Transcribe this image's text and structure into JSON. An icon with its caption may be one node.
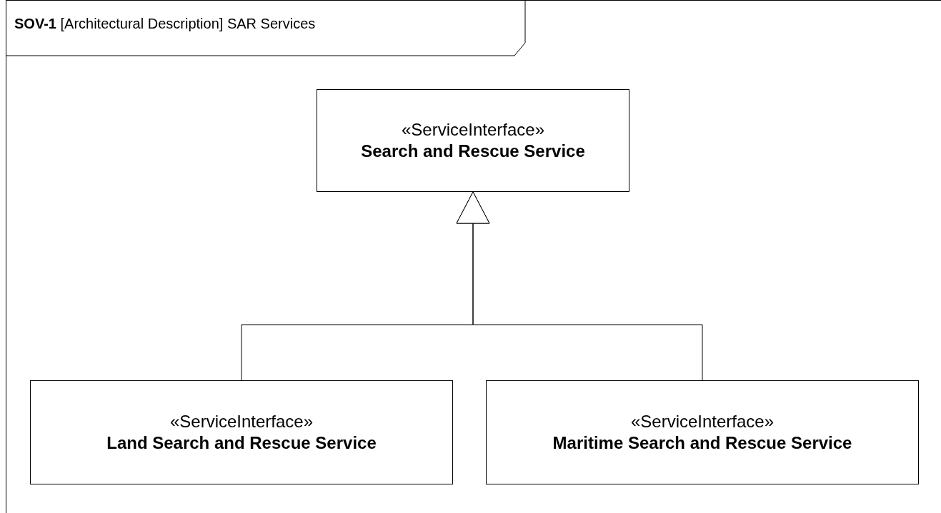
{
  "diagram": {
    "title": "**SOV-1** [Architectural Description] SAR Services",
    "nodes": [
      {
        "text": [
          "«ServiceInterface»",
          "Search and Rescue Service"
        ]
      },
      {
        "text": [
          "«ServiceInterface»",
          "Land Search and Rescue Service"
        ]
      },
      {
        "text": [
          "«ServiceInterface»",
          "Maritime Search and Rescue Service"
        ]
      }
    ],
    "edges": [
      {
        "from": 1,
        "to": 0,
        "arrow": "to"
      },
      {
        "from": 2,
        "to": 0,
        "arrow": "to"
      }
    ]
  }
}
